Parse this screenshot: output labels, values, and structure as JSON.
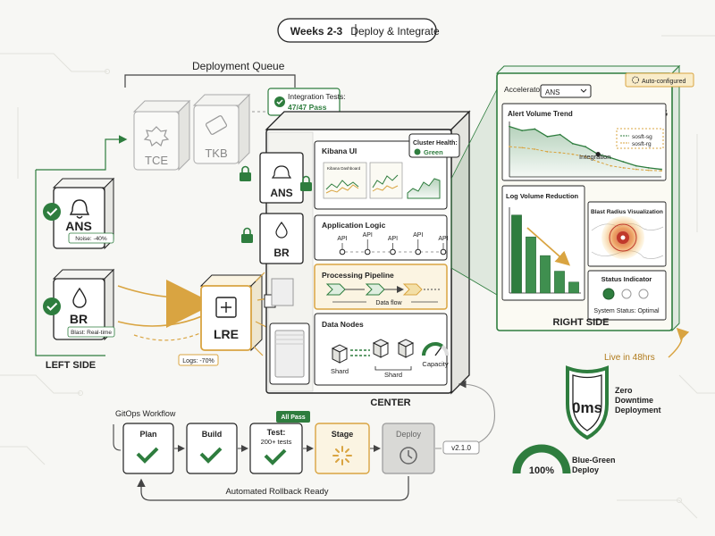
{
  "header": {
    "weeks": "Weeks 2-3",
    "phase": "Deploy & Integrate"
  },
  "queue": {
    "title": "Deployment Queue",
    "items": [
      {
        "label": "TCE",
        "icon": "alert-icon"
      },
      {
        "label": "TKB",
        "icon": "ticket-icon"
      }
    ],
    "integration_title": "Integration Tests:",
    "integration_value": "47/47 Pass"
  },
  "left": {
    "label": "LEFT SIDE",
    "modules": [
      {
        "label": "ANS",
        "note": "Noise: -40%",
        "icon": "bell-icon"
      },
      {
        "label": "BR",
        "note": "Blast: Real-time",
        "icon": "droplet-icon"
      }
    ]
  },
  "lre": {
    "label": "LRE",
    "note": "Logs: -70%",
    "icon": "compress-icon"
  },
  "center": {
    "label": "CENTER",
    "side_modules": [
      "ANS",
      "BR"
    ],
    "kibana": {
      "title": "Kibana UI",
      "mini": "Kibana Dashboard"
    },
    "cluster": {
      "title": "Cluster Health:",
      "status": "Green"
    },
    "app_logic": {
      "title": "Application Logic",
      "apis": [
        "API",
        "API",
        "API",
        "API",
        "API"
      ]
    },
    "pipeline": {
      "title": "Processing Pipeline",
      "flow": "Data flow"
    },
    "data_nodes": {
      "title": "Data Nodes",
      "shard1": "Shard",
      "shard2": "Shard",
      "capacity": "Capacity",
      "capacity_pct": 0.7
    }
  },
  "right": {
    "label": "RIGHT SIDE",
    "accelerator_label": "Accelerator",
    "accelerator_value": "ANS",
    "auto": "Auto-configured",
    "trend": {
      "title": "Alert Volume Trend",
      "annotation": "Integration",
      "legend": [
        "sosft-sg",
        "sosft-rg"
      ]
    },
    "log_reduction": {
      "title": "Log Volume Reduction"
    },
    "blast": {
      "title": "Blast Radius Visualization"
    },
    "status": {
      "title": "Status Indicator",
      "text": "System Status: Optimal"
    },
    "live": "Live in 48hrs"
  },
  "gitops": {
    "title": "GitOps Workflow",
    "stages": [
      {
        "label": "Plan"
      },
      {
        "label": "Build"
      },
      {
        "label": "Test:",
        "sub": "200+ tests",
        "badge": "All Pass"
      },
      {
        "label": "Stage"
      },
      {
        "label": "Deploy"
      }
    ],
    "version": "v2.1.0",
    "rollback": "Automated Rollback Ready"
  },
  "metrics": {
    "downtime_value": "0ms",
    "downtime_label": [
      "Zero",
      "Downtime",
      "Deployment"
    ],
    "bg_value": "100%",
    "bg_percent": 100,
    "bg_label": [
      "Blue-Green",
      "Deploy"
    ]
  },
  "colors": {
    "green": "#2e7d3e",
    "gold": "#d9a441",
    "gray": "#9a9a9a",
    "dark": "#222222",
    "panel": "#fbfaf3"
  },
  "chart_data": [
    {
      "type": "line",
      "title": "Alert Volume Trend",
      "x": [
        0,
        1,
        2,
        3,
        4,
        5,
        6,
        7,
        8,
        9,
        10,
        11,
        12
      ],
      "series": [
        {
          "name": "sosft-sg",
          "values": [
            100,
            92,
            95,
            80,
            84,
            66,
            60,
            45,
            38,
            30,
            22,
            18,
            15
          ]
        },
        {
          "name": "sosft-rg",
          "values": [
            60,
            58,
            55,
            50,
            48,
            45,
            40,
            30,
            22,
            18,
            15,
            13,
            12
          ]
        }
      ],
      "ylim": [
        0,
        110
      ]
    },
    {
      "type": "bar",
      "title": "Log Volume Reduction",
      "categories": [
        "1",
        "2",
        "3",
        "4",
        "5"
      ],
      "values": [
        100,
        72,
        48,
        28,
        14
      ],
      "ylim": [
        0,
        110
      ]
    }
  ]
}
